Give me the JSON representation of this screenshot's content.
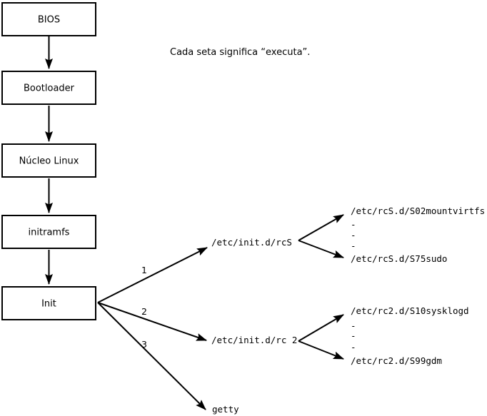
{
  "note": {
    "text": "Cada seta significa “executa”."
  },
  "flow_boxes": {
    "bios": "BIOS",
    "bootloader": "Bootloader",
    "kernel": "Núcleo Linux",
    "initramfs": "initramfs",
    "init": "Init"
  },
  "branches": {
    "b1": {
      "number": "1",
      "target": "/etc/init.d/rcS"
    },
    "b2": {
      "number": "2",
      "target": "/etc/init.d/rc 2"
    },
    "b3": {
      "number": "3",
      "target": "getty"
    }
  },
  "rcS_scripts": {
    "first": "/etc/rcS.d/S02mountvirtfs",
    "dash1": "-",
    "dash2": "-",
    "dash3": "-",
    "last": "/etc/rcS.d/S75sudo"
  },
  "rc2_scripts": {
    "first": "/etc/rc2.d/S10sysklogd",
    "dash1": "-",
    "dash2": "-",
    "dash3": "-",
    "last": "/etc/rc2.d/S99gdm"
  },
  "colors": {
    "line": "#000000",
    "background": "#ffffff",
    "text": "#000000"
  }
}
